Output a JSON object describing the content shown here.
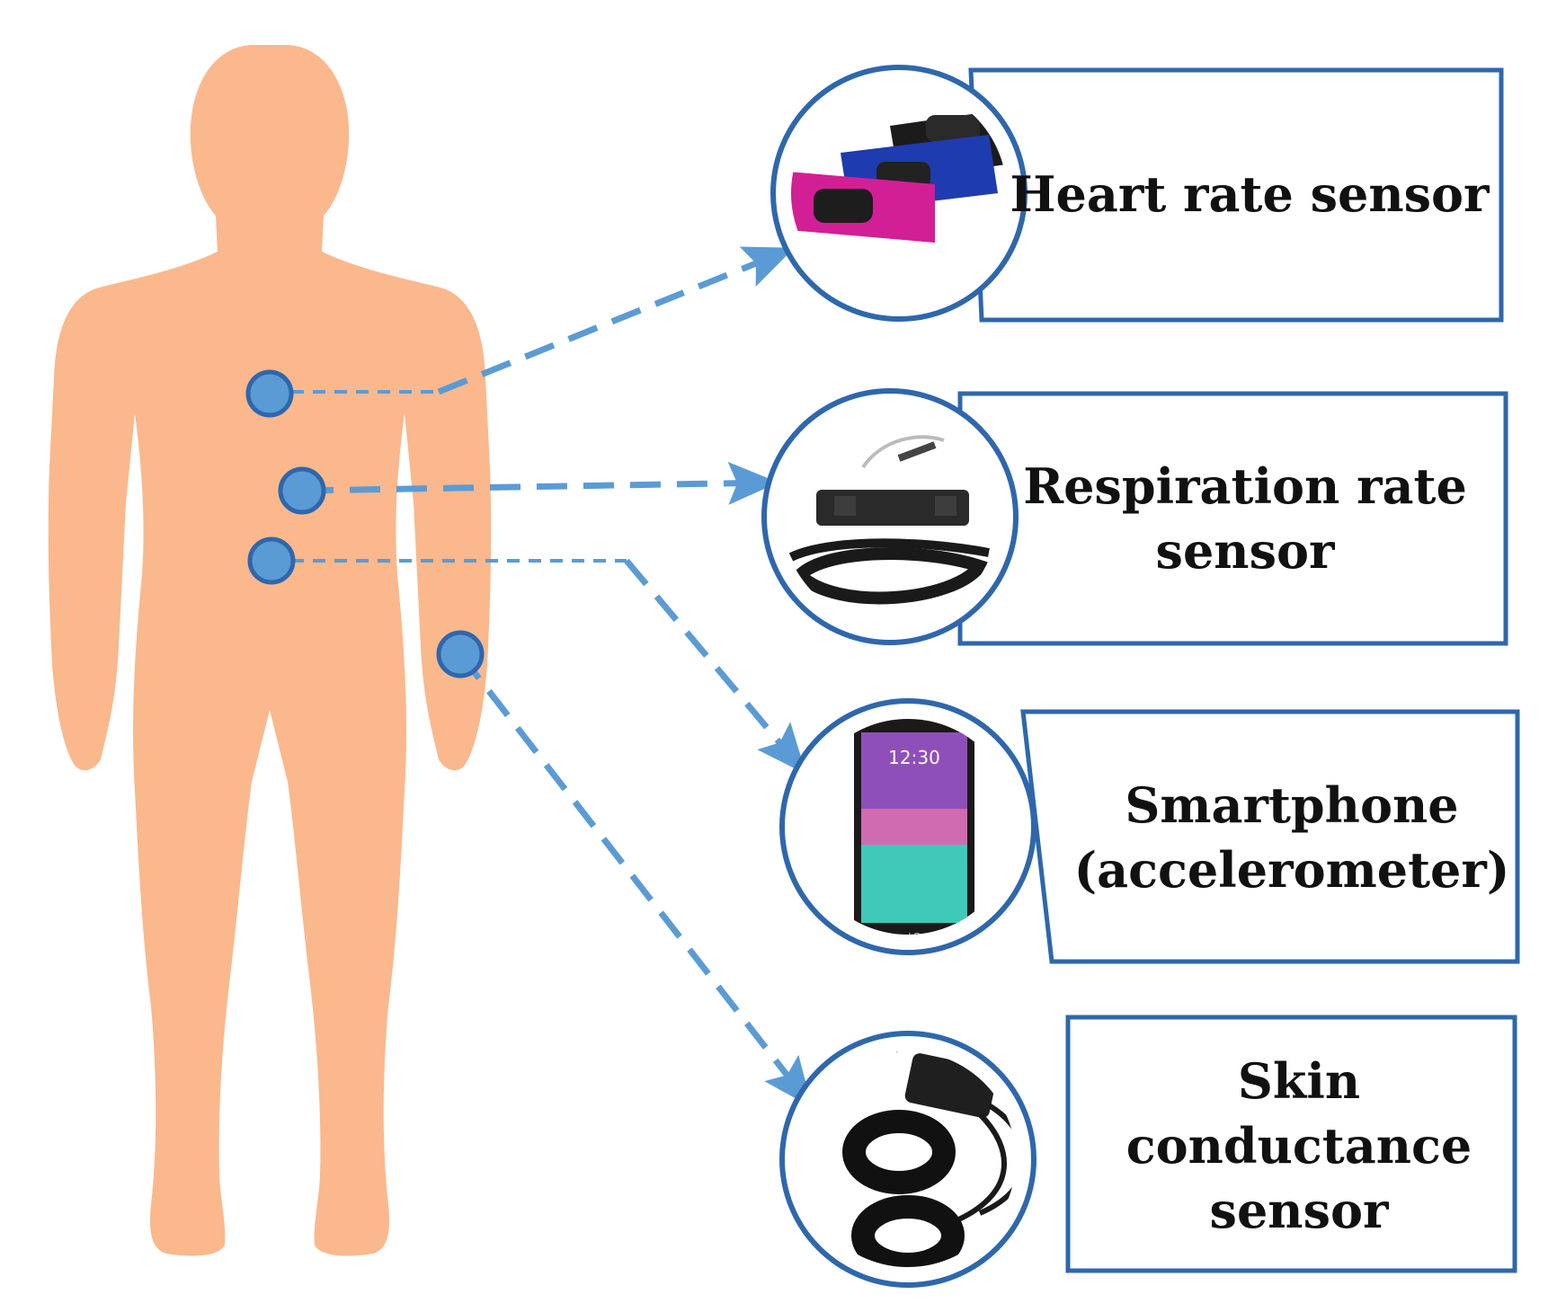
{
  "colors": {
    "body": "#fab88c",
    "accent": "#2e67ad",
    "marker": "#5b9bd5",
    "arrow": "#5b9bd5"
  },
  "sensors": [
    {
      "line1": "Heart rate sensor",
      "line2": "",
      "line3": "",
      "icon": "chest-strap-icon"
    },
    {
      "line1": "Respiration rate",
      "line2": "sensor",
      "line3": "",
      "icon": "respiration-belt-icon"
    },
    {
      "line1": "Smartphone",
      "line2": "(accelerometer)",
      "line3": "",
      "icon": "smartphone-icon"
    },
    {
      "line1": "Skin",
      "line2": "conductance",
      "line3": "sensor",
      "icon": "finger-electrode-icon"
    }
  ],
  "phone_screen": {
    "time": "12:30",
    "brand": "LG"
  }
}
